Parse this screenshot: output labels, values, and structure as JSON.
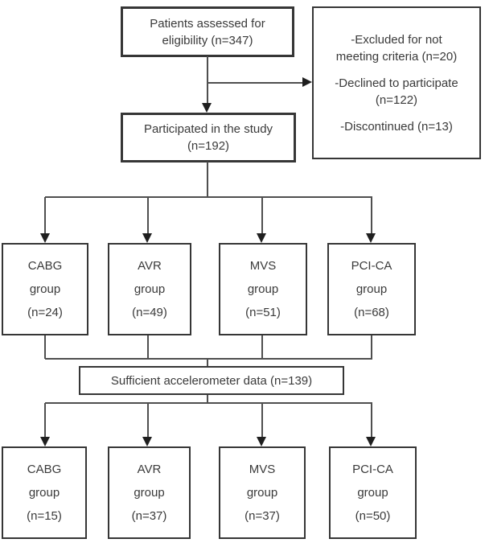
{
  "diagram": {
    "type": "patient-flow-chart",
    "nodes": {
      "assessed": "Patients assessed for\neligibility (n=347)",
      "excluded_items": [
        "-Excluded for not\nmeeting criteria (n=20)",
        "-Declined to participate\n(n=122)",
        "-Discontinued (n=13)"
      ],
      "participated": "Participated in the study\n(n=192)",
      "sufficient": "Sufficient accelerometer data (n=139)",
      "enrolled_groups": [
        "CABG\ngroup\n(n=24)",
        "AVR\ngroup\n(n=49)",
        "MVS\ngroup\n(n=51)",
        "PCI-CA\ngroup\n(n=68)"
      ],
      "analyzed_groups": [
        "CABG\ngroup\n(n=15)",
        "AVR\ngroup\n(n=37)",
        "MVS\ngroup\n(n=37)",
        "PCI-CA\ngroup\n(n=50)"
      ]
    },
    "colors": {
      "box_border": "#363636",
      "connector_line": "#4f4f4f",
      "arrowhead": "#1f1f1f",
      "text": "#3a3a3a",
      "background": "#ffffff"
    }
  }
}
